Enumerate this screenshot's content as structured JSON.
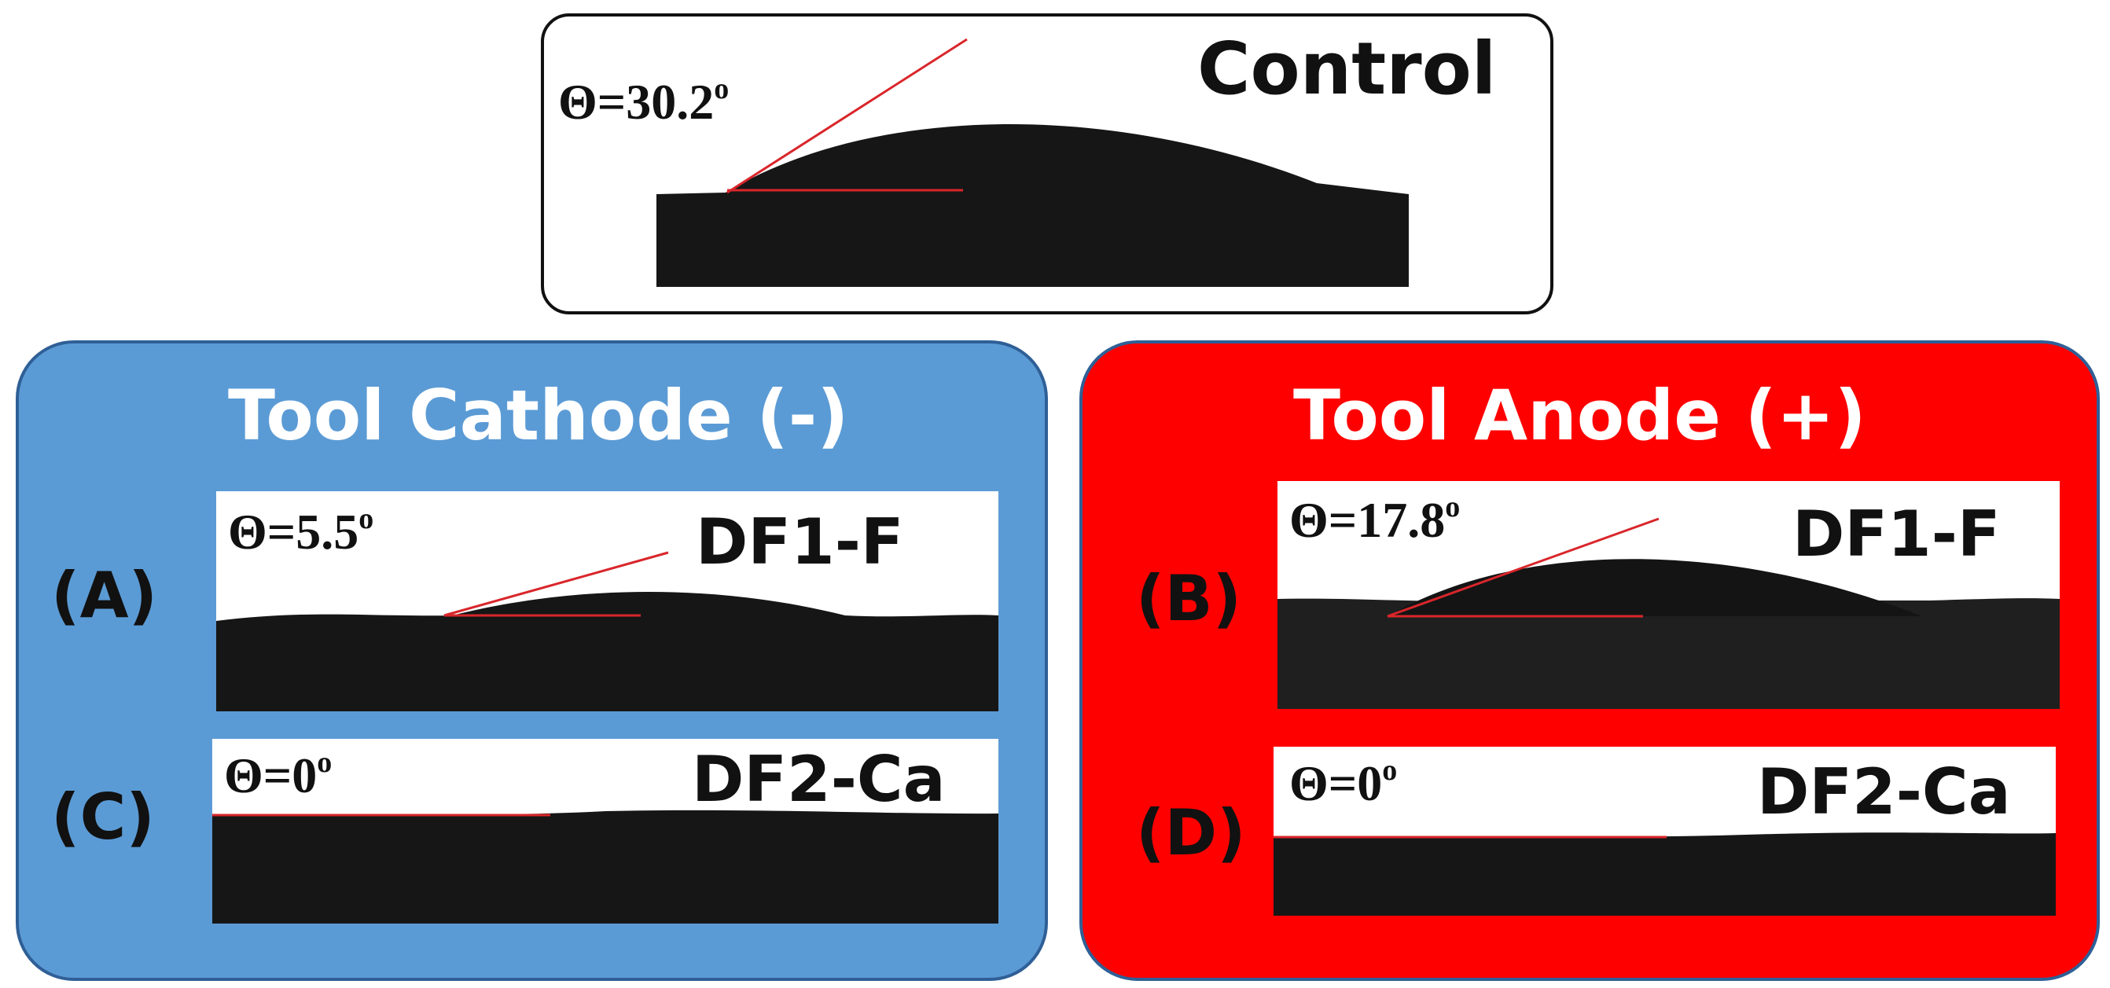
{
  "figure": {
    "control": {
      "label": "Control",
      "angle_value": "30.2",
      "angle_unit": "o",
      "angle_prefix": "Θ="
    },
    "cathode": {
      "title": "Tool Cathode (-)",
      "color": "#5b9bd5",
      "panels": [
        {
          "letter": "(A)",
          "label": "DF1-F",
          "angle_prefix": "Θ=",
          "angle_value": "5.5",
          "angle_unit": "o"
        },
        {
          "letter": "(C)",
          "label": "DF2-Ca",
          "angle_prefix": "Θ=",
          "angle_value": "0",
          "angle_unit": "o"
        }
      ]
    },
    "anode": {
      "title": "Tool Anode (+)",
      "color": "#ff0000",
      "panels": [
        {
          "letter": "(B)",
          "label": "DF1-F",
          "angle_prefix": "Θ=",
          "angle_value": "17.8",
          "angle_unit": "o"
        },
        {
          "letter": "(D)",
          "label": "DF2-Ca",
          "angle_prefix": "Θ=",
          "angle_value": "0",
          "angle_unit": "o"
        }
      ]
    }
  }
}
